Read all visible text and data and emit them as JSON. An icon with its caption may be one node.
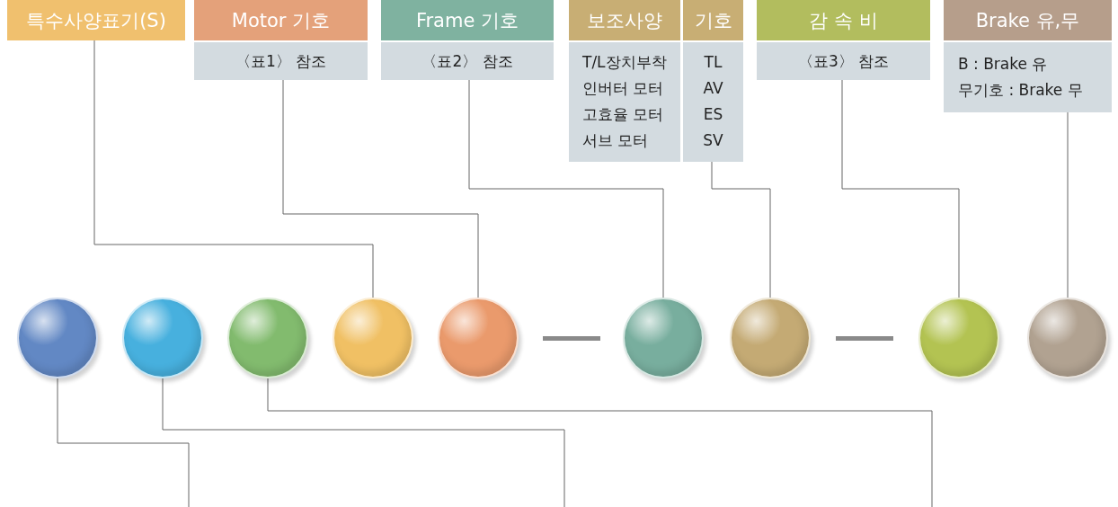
{
  "diagram": {
    "nodes": [
      {
        "text": [
          "특수사양표기(S)"
        ]
      },
      {
        "text": [
          "Motor 기호",
          "〈표1〉 참조"
        ]
      },
      {
        "text": [
          "Frame 기호",
          "〈표2〉 참조"
        ]
      },
      {
        "text": [
          "보조사양",
          "T/L장치부착",
          "인버터 모터",
          "고효율 모터",
          "서브 모터"
        ]
      },
      {
        "text": [
          "기호",
          "TL",
          "AV",
          "ES",
          "SV"
        ]
      },
      {
        "text": [
          "감 속 비",
          "〈표3〉 참조"
        ]
      },
      {
        "text": [
          "Brake 유,무",
          "B : Brake 유",
          "무기호 : Brake 무"
        ]
      },
      {
        "text": [],
        "shape": "circle"
      },
      {
        "text": [],
        "shape": "circle"
      },
      {
        "text": [],
        "shape": "circle"
      },
      {
        "text": [],
        "shape": "circle"
      },
      {
        "text": [],
        "shape": "circle"
      },
      {
        "text": [],
        "shape": "circle"
      },
      {
        "text": [],
        "shape": "circle"
      },
      {
        "text": [],
        "shape": "circle"
      },
      {
        "text": [],
        "shape": "circle"
      }
    ],
    "edges": [
      {
        "from": 0,
        "to": 10,
        "arrow": "none"
      },
      {
        "from": 1,
        "to": 11,
        "arrow": "none"
      },
      {
        "from": 2,
        "to": 12,
        "arrow": "none"
      },
      {
        "from": 4,
        "to": 13,
        "arrow": "none"
      },
      {
        "from": 5,
        "to": 14,
        "arrow": "none"
      },
      {
        "from": 6,
        "to": 15,
        "arrow": "none"
      },
      {
        "from": 7,
        "to": null,
        "arrow": "none"
      },
      {
        "from": 8,
        "to": null,
        "arrow": "none"
      },
      {
        "from": 9,
        "to": null,
        "arrow": "none"
      }
    ]
  }
}
